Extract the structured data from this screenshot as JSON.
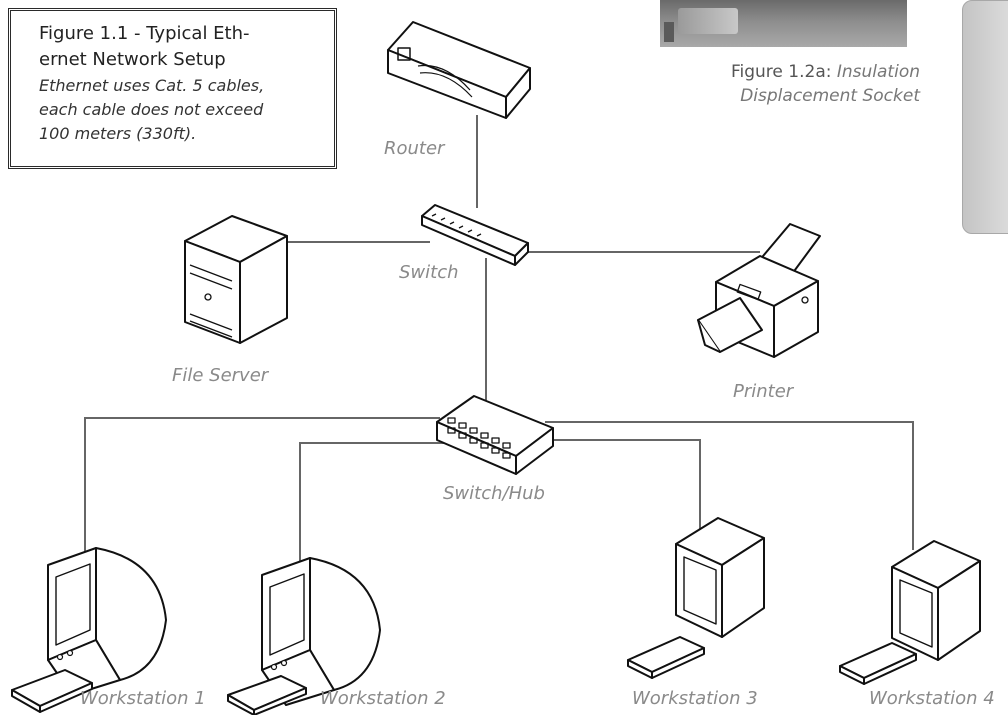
{
  "caption": {
    "title_line1": "Figure 1.1 - Typical Eth-",
    "title_line2": "ernet Network Setup",
    "body_line1": "Ethernet uses Cat. 5 cables,",
    "body_line2": "each cable does not exceed",
    "body_line3": "100 meters (330ft)."
  },
  "photo_caption": {
    "label": "Figure 1.2a:",
    "text_line1": "Insulation",
    "text_line2": "Displacement Socket"
  },
  "devices": {
    "router": "Router",
    "switch": "Switch",
    "file_server": "File Server",
    "printer": "Printer",
    "switch_hub": "Switch/Hub",
    "workstation1": "Workstation 1",
    "workstation2": "Workstation 2",
    "workstation3": "Workstation 3",
    "workstation4": "Workstation 4"
  },
  "colors": {
    "cable": "#666666",
    "device_fill": "#ffffff",
    "device_stroke": "#111111",
    "label": "#8a8a8a"
  }
}
